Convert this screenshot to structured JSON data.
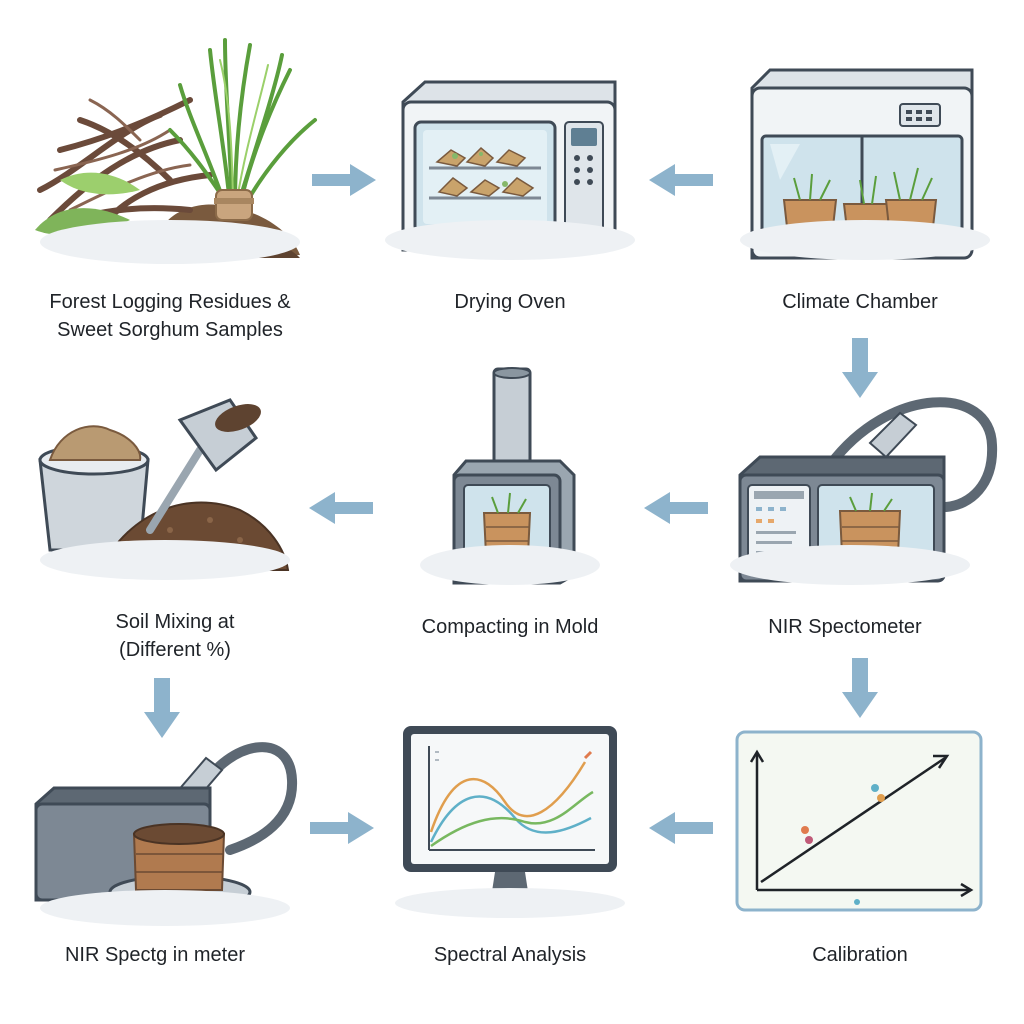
{
  "steps": [
    {
      "id": "samples",
      "label_line1": "Forest Logging Residues &",
      "label_line2": "Sweet Sorghum Samples",
      "icon": "plant-residue-pile-icon"
    },
    {
      "id": "oven",
      "label_line1": "Drying Oven",
      "label_line2": "",
      "icon": "drying-oven-icon"
    },
    {
      "id": "climate",
      "label_line1": "Climate Chamber",
      "label_line2": "",
      "icon": "climate-chamber-icon"
    },
    {
      "id": "soil",
      "label_line1": "Soil Mixing at",
      "label_line2": "(Different %)",
      "icon": "soil-mixing-icon"
    },
    {
      "id": "compact",
      "label_line1": "Compacting in Mold",
      "label_line2": "",
      "icon": "compaction-mold-icon"
    },
    {
      "id": "nir1",
      "label_line1": "NIR Spectometer",
      "label_line2": "",
      "icon": "nir-spectrometer-icon"
    },
    {
      "id": "nir2",
      "label_line1": "NIR Spectg in meter",
      "label_line2": "",
      "icon": "nir-spectrometer-sample-icon"
    },
    {
      "id": "spectral",
      "label_line1": "Spectral Analysis",
      "label_line2": "",
      "icon": "spectral-monitor-icon"
    },
    {
      "id": "calib",
      "label_line1": "Calibration",
      "label_line2": "",
      "icon": "calibration-plot-icon"
    }
  ],
  "arrows": [
    {
      "from": "samples",
      "to": "oven",
      "direction": "right"
    },
    {
      "from": "climate",
      "to": "oven",
      "direction": "left"
    },
    {
      "from": "climate",
      "to": "nir1",
      "direction": "down"
    },
    {
      "from": "nir1",
      "to": "compact",
      "direction": "left"
    },
    {
      "from": "compact",
      "to": "soil",
      "direction": "left"
    },
    {
      "from": "nir1",
      "to": "calib",
      "direction": "down"
    },
    {
      "from": "soil",
      "to": "nir2",
      "direction": "down"
    },
    {
      "from": "nir2",
      "to": "spectral",
      "direction": "right"
    },
    {
      "from": "calib",
      "to": "spectral",
      "direction": "left"
    }
  ],
  "colors": {
    "arrow": "#8db3cc",
    "text": "#1f2328",
    "device": "#e8ecf0",
    "outline": "#3f4a56",
    "soil": "#6b4a33",
    "plant": "#6aa84f"
  }
}
